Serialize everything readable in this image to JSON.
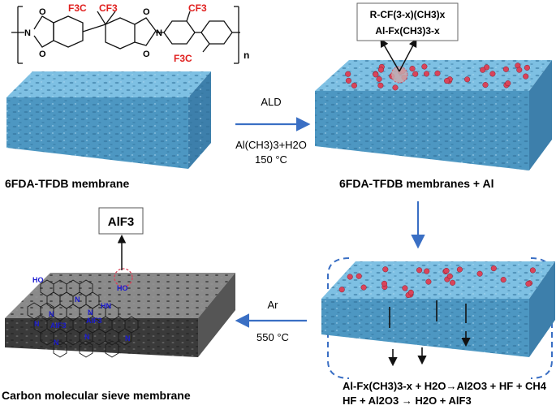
{
  "structure": {
    "f3c": "F3C",
    "cf3_top": "CF3",
    "cf3_right": "CF3",
    "f3c_low": "F3C",
    "o1": "O",
    "o2": "O",
    "o3": "O",
    "o4": "O",
    "n1": "N",
    "n2": "N",
    "repeat_n": "n"
  },
  "panels": {
    "membrane": "6FDA-TFDB membrane",
    "membrane_al": "6FDA-TFDB membranes + Al",
    "cms": "Carbon molecular sieve membrane"
  },
  "species": {
    "r_cf": "R-CF(3-x)(CH3)x",
    "al_f": "Al-Fx(CH3)3-x",
    "alf3_box": "AlF3",
    "alf3_a": "AlF3",
    "alf3_b": "AlF3"
  },
  "steps": {
    "ald_label": "ALD",
    "ald_precursors": "Al(CH3)3+H2O",
    "ald_temp": "150 °C",
    "pyro_gas": "Ar",
    "pyro_temp": "550 °C"
  },
  "equations": {
    "eq1": "Al-Fx(CH3)3-x + H2O→Al2O3 + HF + CH4",
    "eq2": "HF + Al2O3 → H2O + AlF3"
  },
  "cms_labels": {
    "ho1": "HO",
    "ho2": "HO",
    "hn": "HN",
    "n_a": "N",
    "n_b": "N",
    "n_c": "N",
    "n_d": "N",
    "n_e": "N",
    "n_f": "N",
    "n_g": "N"
  },
  "colors": {
    "membrane": "#5aa8d4",
    "dot": "#d9445a",
    "arrow": "#3a6fc4",
    "fluorine": "#e0201f",
    "nitrogen": "#1a1ad0"
  }
}
